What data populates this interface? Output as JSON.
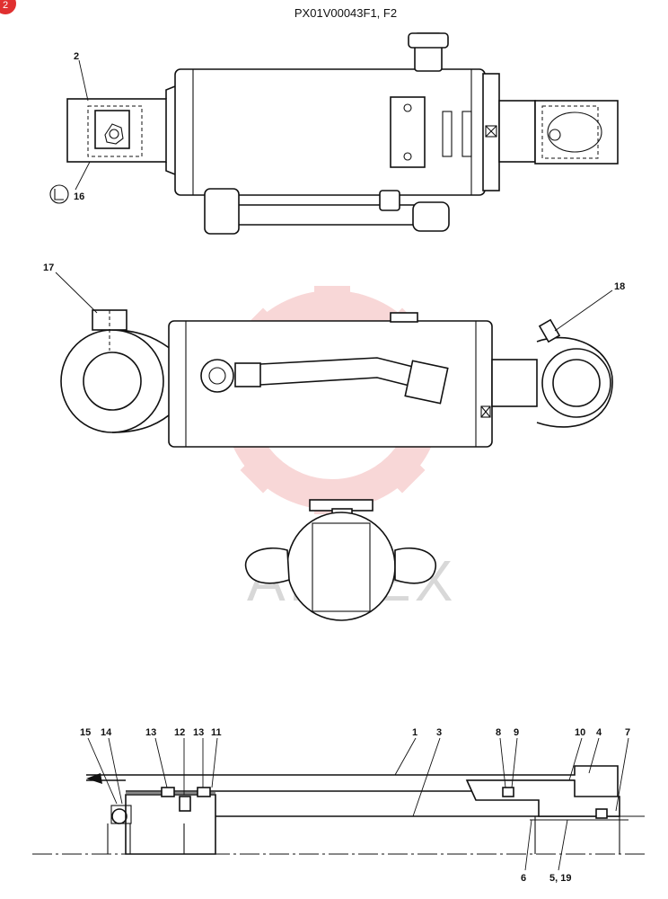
{
  "drawing": {
    "title": "PX01V00043F1, F2",
    "watermark_text": "AHTEX",
    "corner_badge": "2"
  },
  "callouts": {
    "top_view": [
      "2",
      "16"
    ],
    "side_view": [
      "17",
      "18"
    ],
    "section": [
      "15",
      "14",
      "13",
      "12",
      "13",
      "11",
      "1",
      "3",
      "8",
      "9",
      "10",
      "4",
      "7",
      "6",
      "5, 19"
    ]
  },
  "colors": {
    "line": "#111111",
    "watermark_gear": "#f4b8b8",
    "badge": "#e03030"
  }
}
